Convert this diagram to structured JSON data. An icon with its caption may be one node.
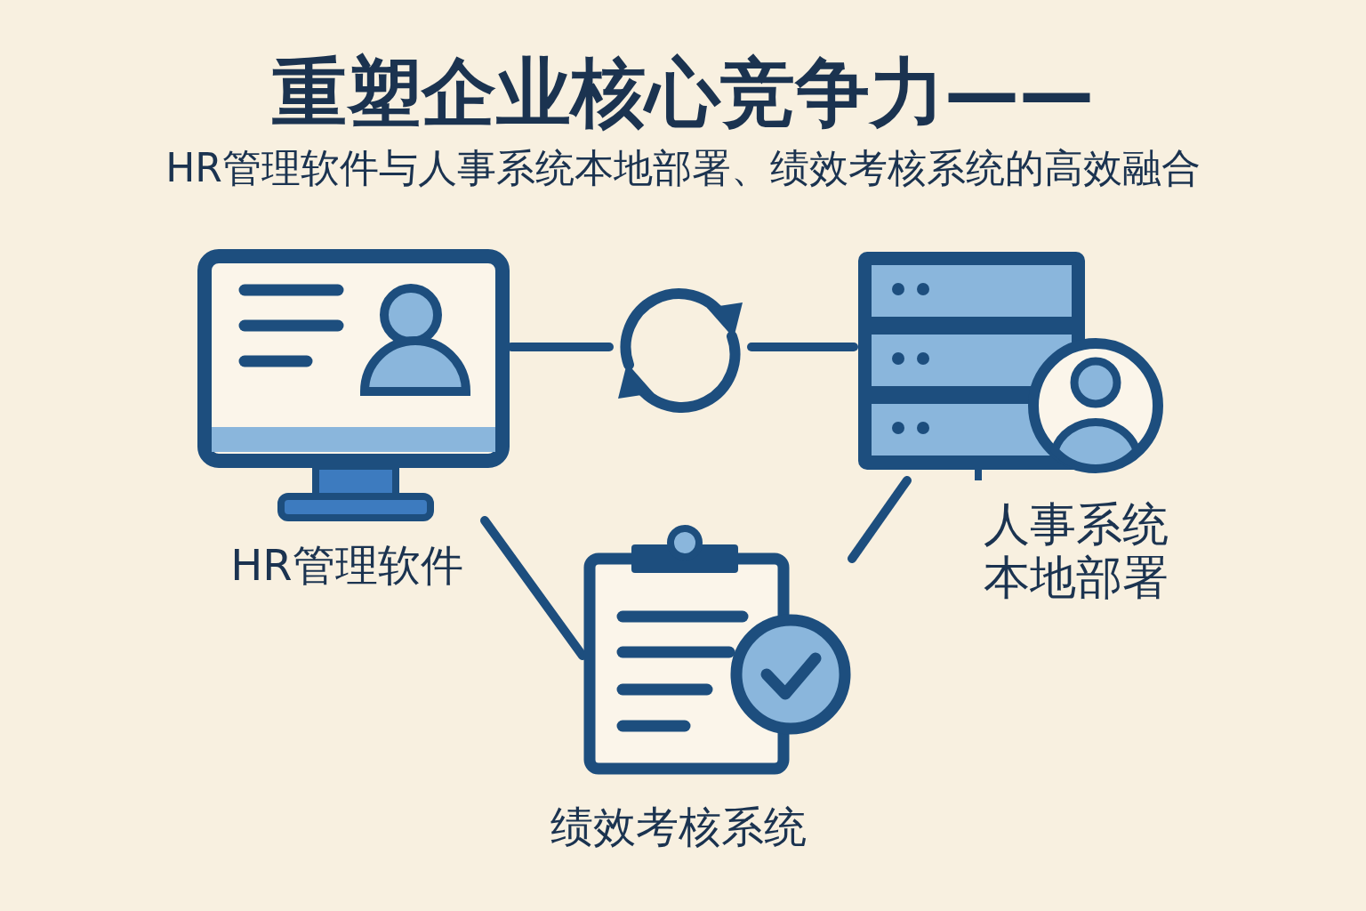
{
  "diagram": {
    "title": "重塑企业核心竞争力——",
    "nodes": [
      {
        "text": [],
        "shape": "picture",
        "beside": [
          "HR管理软件"
        ]
      },
      {
        "text": [],
        "shape": "picture"
      },
      {
        "text": [],
        "shape": "picture",
        "beside": [
          "人事系统本地部署"
        ]
      },
      {
        "text": [],
        "shape": "picture",
        "beside": [
          "绩效考核系统"
        ]
      }
    ],
    "edges": [
      {
        "from": 0,
        "to": 1,
        "arrow": "none"
      },
      {
        "from": 1,
        "to": 2,
        "arrow": "none"
      },
      {
        "from": 0,
        "to": 3,
        "arrow": "none"
      },
      {
        "from": 2,
        "to": 3,
        "arrow": "none"
      }
    ],
    "labels": [
      "HR管理软件与人事系统本地部署、绩效考核系统的高效融合"
    ]
  }
}
